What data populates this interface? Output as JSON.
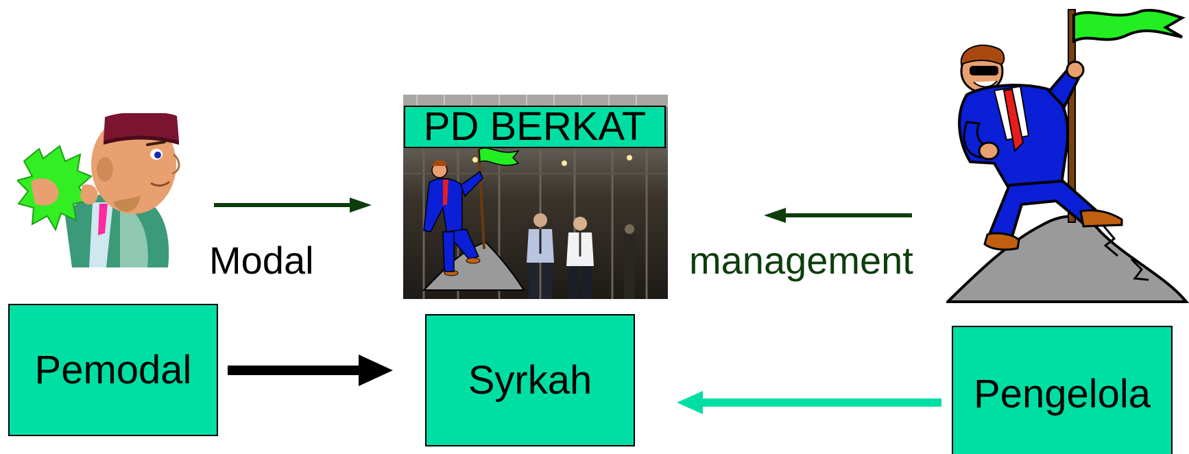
{
  "diagram": {
    "labels": {
      "modal": "Modal",
      "management": "management",
      "company_name": "PD BERKAT"
    },
    "nodes": {
      "pemodal": "Pemodal",
      "syrkah": "Syrkah",
      "pengelola": "Pengelola"
    },
    "icons": {
      "investor": "investor-with-money-icon",
      "manager": "climber-with-flag-icon",
      "company_photo": "office-building-entrance-icon"
    },
    "colors": {
      "box_fill": "#00dfa3",
      "dark_green": "#0d3d0d",
      "arrow_black": "#000000",
      "arrow_teal": "#00dfa3",
      "suit_blue": "#0a1fd6",
      "flag_green": "#22ee22",
      "rock_gray": "#9a9a9a"
    }
  }
}
